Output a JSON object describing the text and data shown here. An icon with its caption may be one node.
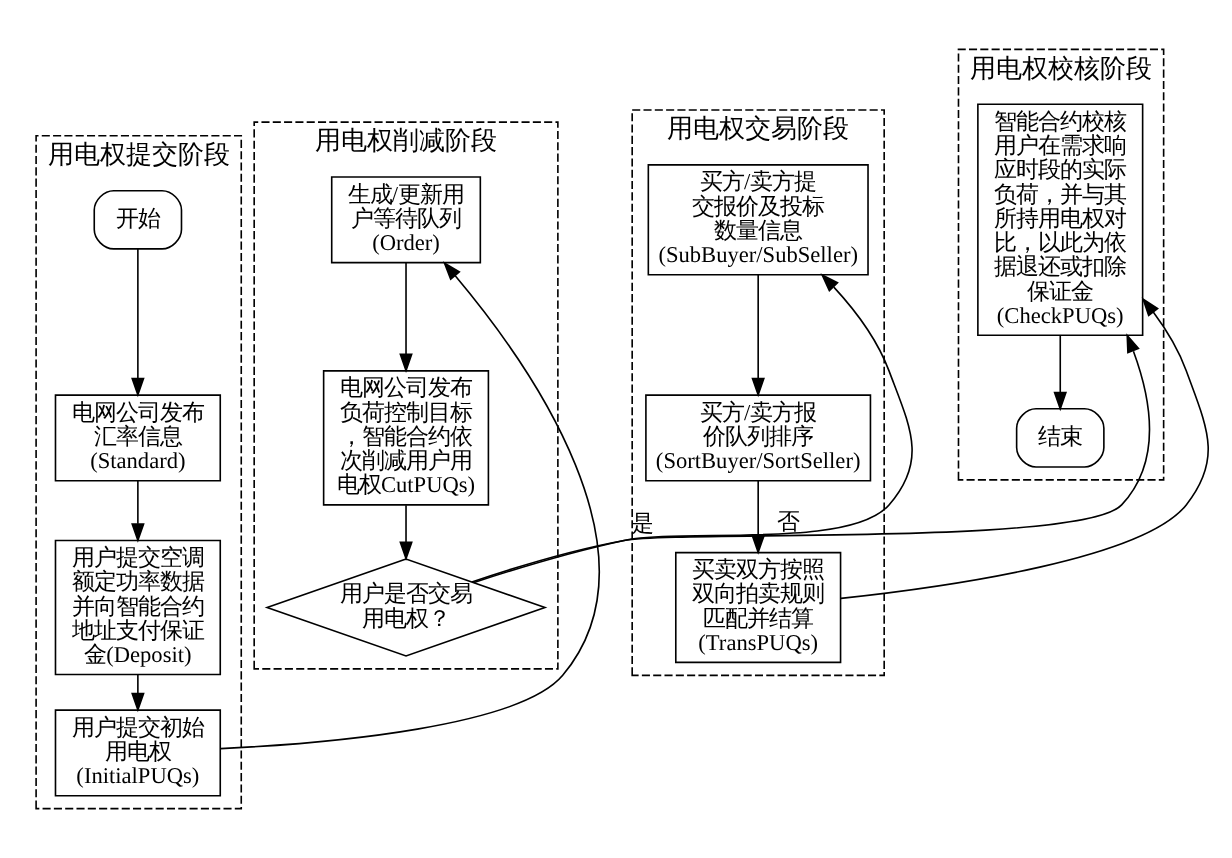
{
  "diagram": {
    "nodes": [
      {
        "text": [
          "用电权提交阶段"
        ]
      },
      {
        "text": [
          "开始"
        ],
        "in": 0
      },
      {
        "text": [
          "电网公司发布汇率信息(Standard)"
        ],
        "in": 0
      },
      {
        "text": [
          "用户提交空调额定功率数据并向智能合约地址支付保证金(Deposit)"
        ],
        "in": 0
      },
      {
        "text": [
          "用户提交初始用电权(InitialPUQs)"
        ],
        "in": 0
      },
      {
        "text": [
          "用电权削减阶段"
        ]
      },
      {
        "text": [
          "生成/更新用户等待队列(Order)"
        ],
        "in": 5
      },
      {
        "text": [
          "电网公司发布负荷控制目标，智能合约依次削减用户用电权CutPUQs)"
        ],
        "in": 5
      },
      {
        "text": [
          "用户是否交易用电权？"
        ],
        "in": 5
      },
      {
        "text": [
          "用电权交易阶段"
        ]
      },
      {
        "text": [
          "买方/卖方提交报价及投标数量信息(SubBuyer/SubSeller)"
        ],
        "in": 9
      },
      {
        "text": [
          "买方/卖方报价队列排序(SortBuyer/SortSeller)"
        ],
        "in": 9
      },
      {
        "text": [
          "买卖双方按照双向拍卖规则匹配并结算(TransPUQs)"
        ],
        "in": 9
      },
      {
        "text": [
          "用电权校核阶段"
        ]
      },
      {
        "text": [
          "智能合约校核用户在需求响应时段的实际负荷，并与其所持用电权对比，以此为依据退还或扣除保证金(CheckPUQs)"
        ],
        "in": 13
      },
      {
        "text": [
          "结束"
        ],
        "in": 13
      }
    ],
    "edges": [
      {
        "from": 1,
        "to": 2,
        "arrow": "to"
      },
      {
        "from": 2,
        "to": 3,
        "arrow": "to"
      },
      {
        "from": 3,
        "to": 4,
        "arrow": "to"
      },
      {
        "from": 4,
        "to": 6,
        "arrow": "to"
      },
      {
        "from": 6,
        "to": 7,
        "arrow": "to"
      },
      {
        "from": 7,
        "to": 8,
        "arrow": "to"
      },
      {
        "from": 8,
        "to": 10,
        "arrow": "to",
        "label": "是"
      },
      {
        "from": 8,
        "to": 14,
        "arrow": "to",
        "label": "否"
      },
      {
        "from": 10,
        "to": 11,
        "arrow": "to"
      },
      {
        "from": 11,
        "to": 12,
        "arrow": "to"
      },
      {
        "from": 12,
        "to": 14,
        "arrow": "to"
      },
      {
        "from": 14,
        "to": 15,
        "arrow": "to"
      }
    ]
  }
}
